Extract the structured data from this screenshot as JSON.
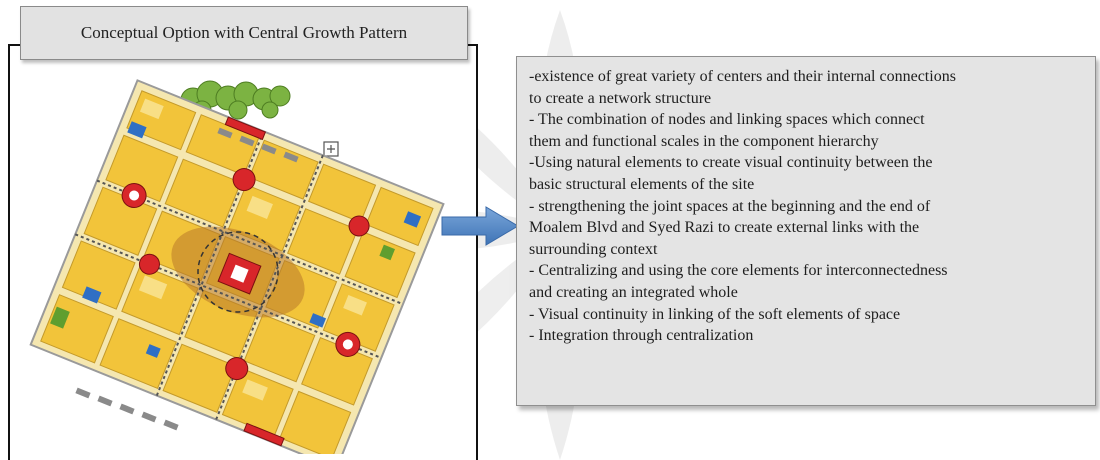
{
  "title": "Conceptual Option with Central Growth Pattern",
  "description_lines": [
    "-existence of great variety of centers and their internal connections",
    "to create a network structure",
    "- The combination of nodes and linking spaces which connect",
    "them and functional scales in the component hierarchy",
    "-Using natural elements to create visual continuity between the",
    "basic structural elements of the site",
    "- strengthening the joint spaces at the beginning and the end of",
    "Moalem Blvd and Syed Razi to create external links with the",
    "surrounding context",
    "- Centralizing and using the core elements for interconnectedness",
    "and creating an integrated whole",
    "- Visual continuity in linking of the soft elements of space",
    "- Integration through centralization"
  ],
  "colors": {
    "block_fill": "#f2c43a",
    "block_light": "#f7dc78",
    "node_red": "#d8262a",
    "accent_blue": "#2f6fc4",
    "arrow_blue": "#4f86c6",
    "green": "#6fae3a"
  }
}
